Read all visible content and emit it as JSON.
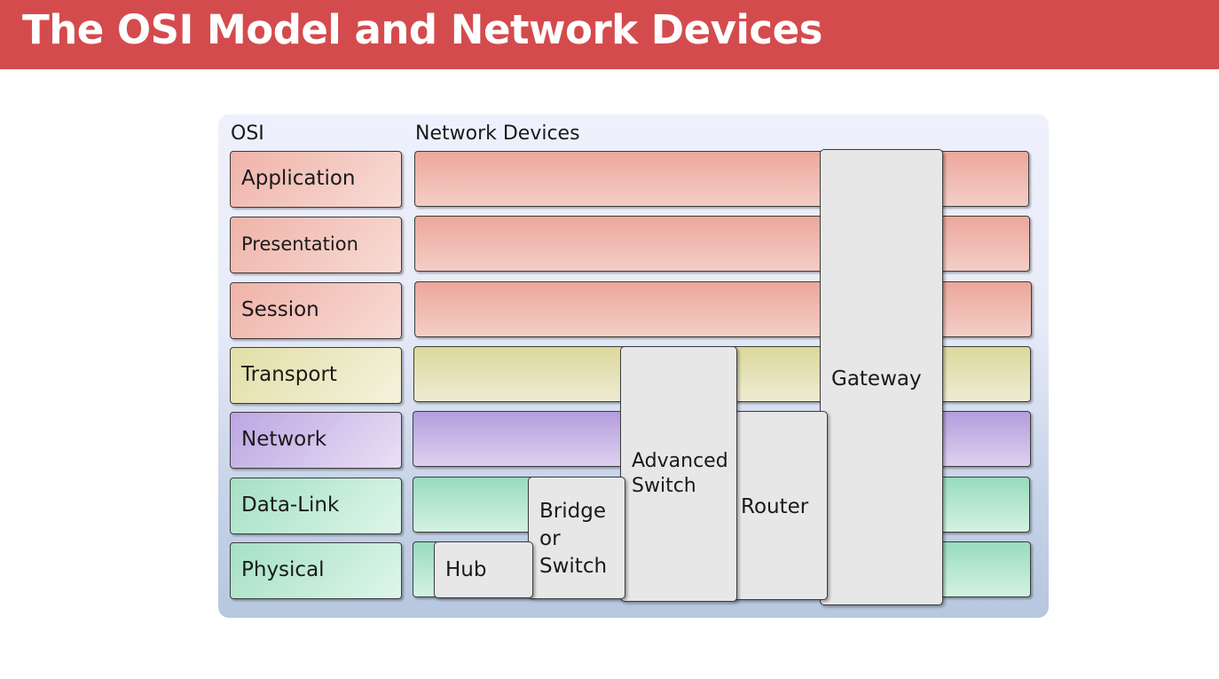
{
  "title": "The OSI Model and Network Devices",
  "headers": {
    "osi": "OSI",
    "devices": "Network Devices"
  },
  "layers": [
    {
      "name": "Application"
    },
    {
      "name": "Presentation"
    },
    {
      "name": "Session"
    },
    {
      "name": "Transport"
    },
    {
      "name": "Network"
    },
    {
      "name": "Data-Link"
    },
    {
      "name": "Physical"
    }
  ],
  "devices": {
    "hub": "Hub",
    "bridge": "Bridge\nor\nSwitch",
    "advanced_switch": "Advanced\nSwitch",
    "router": "Router",
    "gateway": "Gateway"
  },
  "colors": {
    "title_bar": "#d44b4d",
    "upper_layers": "#eca79c",
    "transport": "#dcd89c",
    "network": "#b49ddd",
    "lower_layers": "#98dcbc",
    "device": "#e7e7e7"
  }
}
